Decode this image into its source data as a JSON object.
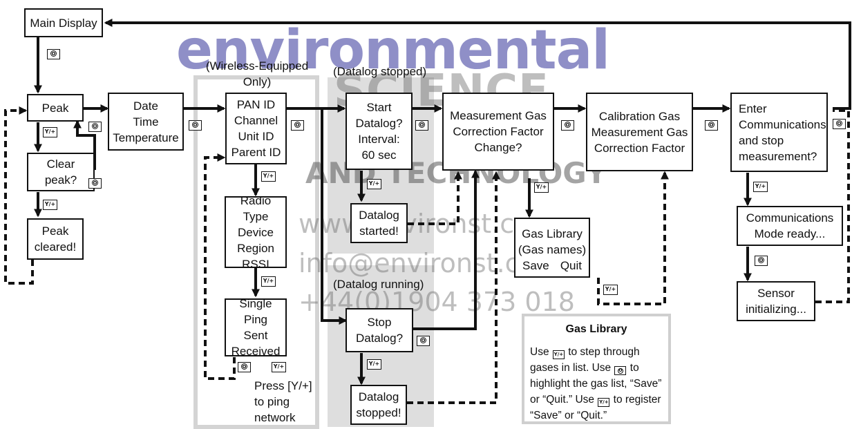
{
  "watermark": {
    "brand": "environmental",
    "science": "SCIENCE",
    "tech": "AND TECHNOLOGY",
    "web": "www.environst.com",
    "email": "info@environst.com",
    "phone": "+44(0)1904 373 018"
  },
  "boxes": {
    "main_display": "Main Display",
    "peak": "Peak",
    "clear_peak": "Clear\npeak?",
    "peak_cleared": "Peak\ncleared!",
    "date_time": "Date\nTime\nTemperature",
    "pan": "PAN ID\nChannel\nUnit ID\nParent ID",
    "radio": "Radio Type\nDevice\nRegion\nRSSI",
    "ping": "Single Ping\nSent\nReceived",
    "start_datalog": "Start\nDatalog?\nInterval:\n60 sec",
    "datalog_started": "Datalog\nstarted!",
    "stop_datalog": "Stop\nDatalog?",
    "datalog_stopped": "Datalog\nstopped!",
    "meas_gas": "Measurement Gas\nCorrection Factor\nChange?",
    "gas_library_box": "Gas Library\n(Gas names)",
    "save": "Save",
    "quit": "Quit",
    "calibration": "Calibration Gas\nMeasurement Gas\nCorrection Factor",
    "enter_comm": "Enter\nCommunications\nand stop\nmeasurement?",
    "comm_ready": "Communications\nMode ready...",
    "sensor_init": "Sensor\ninitializing..."
  },
  "labels": {
    "wireless": "(Wireless-Equipped\nOnly)",
    "datalog_stopped_region": "(Datalog stopped)",
    "datalog_running_region": "(Datalog running)",
    "press_ping": "Press [Y/+]\nto ping\nnetwork"
  },
  "keys": {
    "power": "O",
    "yes": "Y/+"
  },
  "gas_library_panel": {
    "title": "Gas Library",
    "p1": "Use",
    "p2": "to step through gases in list. Use",
    "p3": "to highlight the gas list, “Save” or “Quit.” Use",
    "p4": "to register “Save” or “Quit.”"
  }
}
